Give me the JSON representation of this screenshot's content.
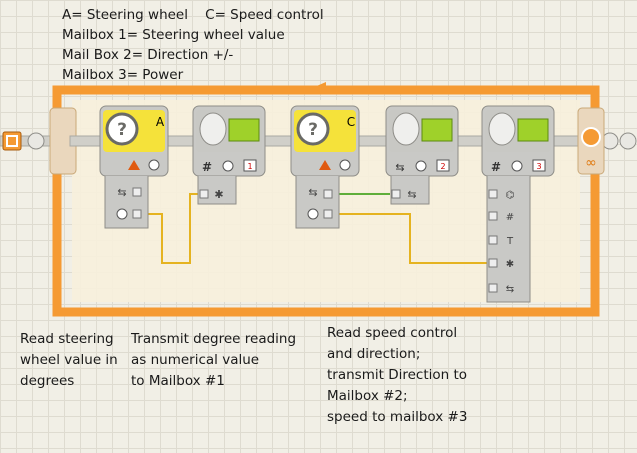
{
  "header_notes": [
    "A= Steering wheel    C= Speed control",
    "Mailbox 1= Steering wheel value",
    "Mail Box 2= Direction +/-",
    "Mailbox 3= Power"
  ],
  "descriptions": [
    "Read steering\nwheel value in\ndegrees",
    "Transmit degree reading\nas numerical value\nto Mailbox #1",
    "Read speed control\nand direction;\ntransmit Direction to\nMailbox #2;\nspeed to mailbox #3"
  ],
  "blocks": [
    {
      "id": "rotation-sensor-a",
      "port": "A",
      "type": "rotation-sensor"
    },
    {
      "id": "send-message-1",
      "mailbox": "1",
      "type": "send-message"
    },
    {
      "id": "rotation-sensor-c",
      "port": "C",
      "type": "rotation-sensor"
    },
    {
      "id": "send-message-2",
      "mailbox": "2",
      "type": "send-message"
    },
    {
      "id": "send-message-3",
      "mailbox": "3",
      "type": "send-message"
    }
  ],
  "loop": {
    "icon": "infinity-icon"
  },
  "colors": {
    "loop": "#f59a33",
    "sensor": "#f5e23a",
    "bluetooth": "#9fd12a",
    "block_body": "#c9c9c6",
    "wire_number": "#e5b320",
    "wire_logic": "#5fae3a"
  }
}
